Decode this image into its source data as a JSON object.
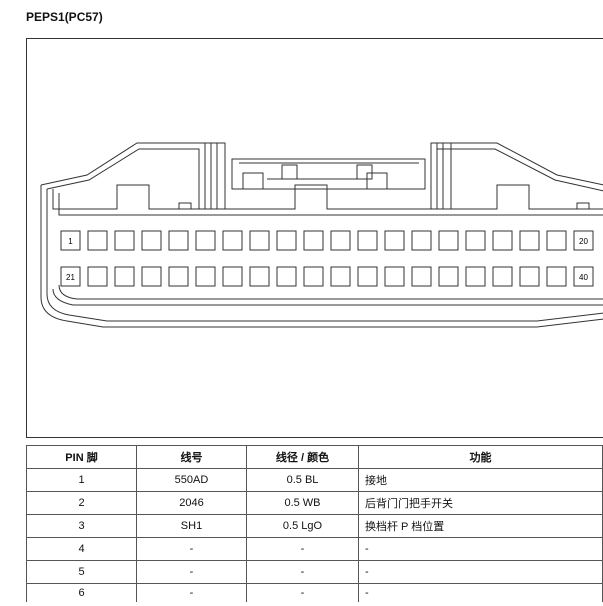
{
  "title": "PEPS1(PC57)",
  "connector": {
    "row1_labels": [
      "1",
      "20"
    ],
    "row2_labels": [
      "21",
      "40"
    ],
    "cells_per_row": 20
  },
  "table": {
    "headers": [
      "PIN 脚",
      "线号",
      "线径 / 颜色",
      "功能"
    ],
    "rows": [
      [
        "1",
        "550AD",
        "0.5 BL",
        "接地"
      ],
      [
        "2",
        "2046",
        "0.5 WB",
        "后背门门把手开关"
      ],
      [
        "3",
        "SH1",
        "0.5 LgO",
        "换档杆 P 档位置"
      ],
      [
        "4",
        "-",
        "-",
        "-"
      ],
      [
        "5",
        "-",
        "-",
        "-"
      ],
      [
        "6",
        "-",
        "-",
        "-"
      ]
    ]
  }
}
